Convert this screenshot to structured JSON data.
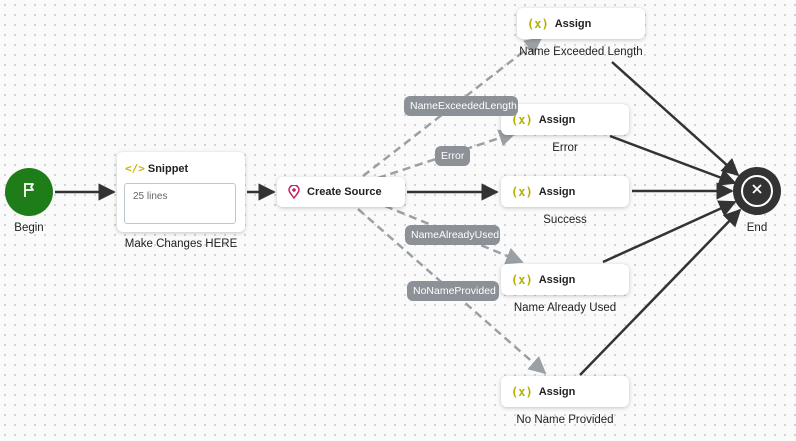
{
  "begin": {
    "label": "Begin",
    "color": "#1e7d18"
  },
  "end": {
    "label": "End",
    "color": "#333333"
  },
  "snippet": {
    "title": "Snippet",
    "content": "25 lines",
    "caption": "Make Changes HERE",
    "icon": "code-icon",
    "icon_color": "#c9b100"
  },
  "create_source": {
    "title": "Create Source",
    "icon": "map-pin-plus-icon",
    "icon_color": "#c2185b"
  },
  "assign_nodes": [
    {
      "title": "Assign",
      "icon": "(x)",
      "caption": "Name Exceeded Length"
    },
    {
      "title": "Assign",
      "icon": "(x)",
      "caption": "Error"
    },
    {
      "title": "Assign",
      "icon": "(x)",
      "caption": "Success"
    },
    {
      "title": "Assign",
      "icon": "(x)",
      "caption": "Name Already Used"
    },
    {
      "title": "Assign",
      "icon": "(x)",
      "caption": "No Name Provided"
    }
  ],
  "edge_labels": {
    "name_exceeded": "NameExceededLength",
    "error": "Error",
    "name_already_used": "NameAlreadyUsed",
    "no_name_provided": "NoNameProvided"
  },
  "colors": {
    "edge_solid": "#333333",
    "edge_dashed": "#9aa0a4",
    "pill_bg": "#8b9196"
  }
}
